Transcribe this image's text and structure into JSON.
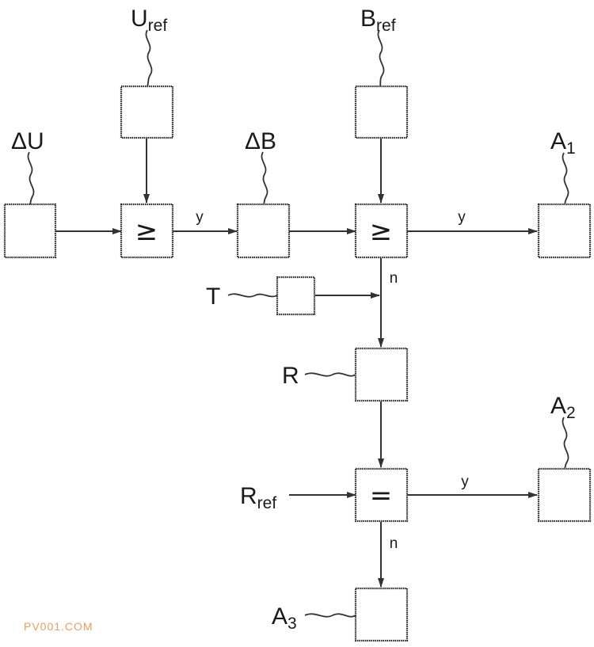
{
  "labels": {
    "u_ref": {
      "main": "U",
      "sub": "ref"
    },
    "b_ref": {
      "main": "B",
      "sub": "ref"
    },
    "delta_u": {
      "main": "ΔU"
    },
    "delta_b": {
      "main": "ΔB"
    },
    "a1": {
      "main": "A",
      "sub": "1"
    },
    "a2": {
      "main": "A",
      "sub": "2"
    },
    "a3": {
      "main": "A",
      "sub": "3"
    },
    "t": {
      "main": "T"
    },
    "r": {
      "main": "R"
    },
    "r_ref": {
      "main": "R",
      "sub": "ref"
    }
  },
  "operators": {
    "compare_u": "≥",
    "compare_b": "≥",
    "compare_r": "="
  },
  "flow_labels": {
    "yes_1": "y",
    "yes_2": "y",
    "no_1": "n",
    "yes_3": "y",
    "no_2": "n"
  },
  "watermark": "PV001.COM"
}
